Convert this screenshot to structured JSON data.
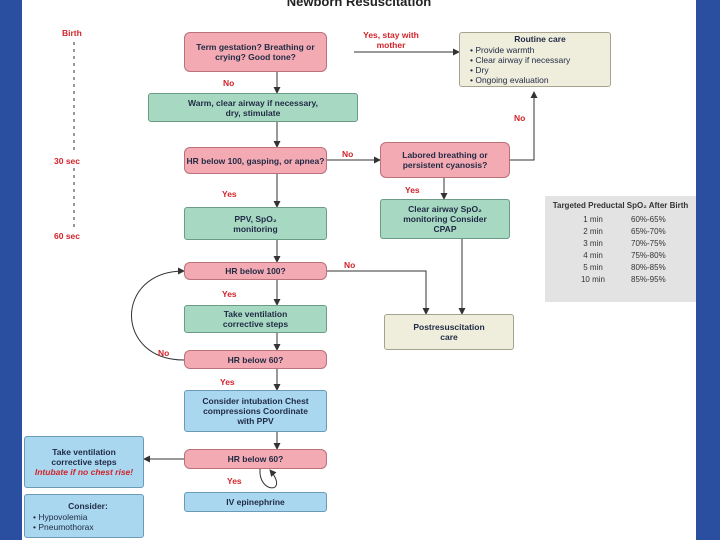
{
  "title": "Newborn Resuscitation",
  "timeline": {
    "t0": "Birth",
    "t1": "30 sec",
    "t2": "60 sec"
  },
  "nodes": {
    "q_term": "Term gestation? Breathing or crying? Good tone?",
    "routine": {
      "title": "Routine care",
      "items": [
        "Provide warmth",
        "Clear airway if necessary",
        "Dry",
        "Ongoing evaluation"
      ]
    },
    "warm": "Warm, clear airway if necessary, dry, stimulate",
    "q_hr100": "HR below 100, gasping, or apnea?",
    "q_labored": "Labored breathing or persistent cyanosis?",
    "ppv": "PPV, SpO₂ monitoring",
    "clear_airway": "Clear airway SpO₂ monitoring Consider CPAP",
    "q_hr100b": "HR below 100?",
    "vent_steps": "Take ventilation corrective steps",
    "postresus": "Postresuscitation care",
    "q_hr60": "HR below 60?",
    "intubation": "Consider intubation Chest compressions Coordinate with PPV",
    "q_hr60b": "HR below 60?",
    "epi": "IV epinephrine",
    "vent_steps2": {
      "title": "Take ventilation corrective steps",
      "note": "Intubate if no chest rise!"
    },
    "consider": {
      "title": "Consider:",
      "items": [
        "Hypovolemia",
        "Pneumothorax"
      ]
    }
  },
  "labels": {
    "yes_mother": "Yes, stay with mother",
    "no1": "No",
    "no2": "No",
    "no3": "No",
    "no4": "No",
    "no5": "No",
    "yes1": "Yes",
    "yes2": "Yes",
    "yes3": "Yes",
    "yes4": "Yes",
    "yes5": "Yes"
  },
  "spo2_table": {
    "title": "Targeted Preductal SpO₂ After Birth",
    "rows": [
      {
        "time": "1 min",
        "range": "60%-65%"
      },
      {
        "time": "2 min",
        "range": "65%-70%"
      },
      {
        "time": "3 min",
        "range": "70%-75%"
      },
      {
        "time": "4 min",
        "range": "75%-80%"
      },
      {
        "time": "5 min",
        "range": "80%-85%"
      },
      {
        "time": "10 min",
        "range": "85%-95%"
      }
    ]
  },
  "colors": {
    "decision": "#f3aab2",
    "action": "#a7d8c2",
    "care": "#efeddc",
    "advanced": "#a9d7ef",
    "label": "#d2232a",
    "frame": "#2b4fa0"
  }
}
